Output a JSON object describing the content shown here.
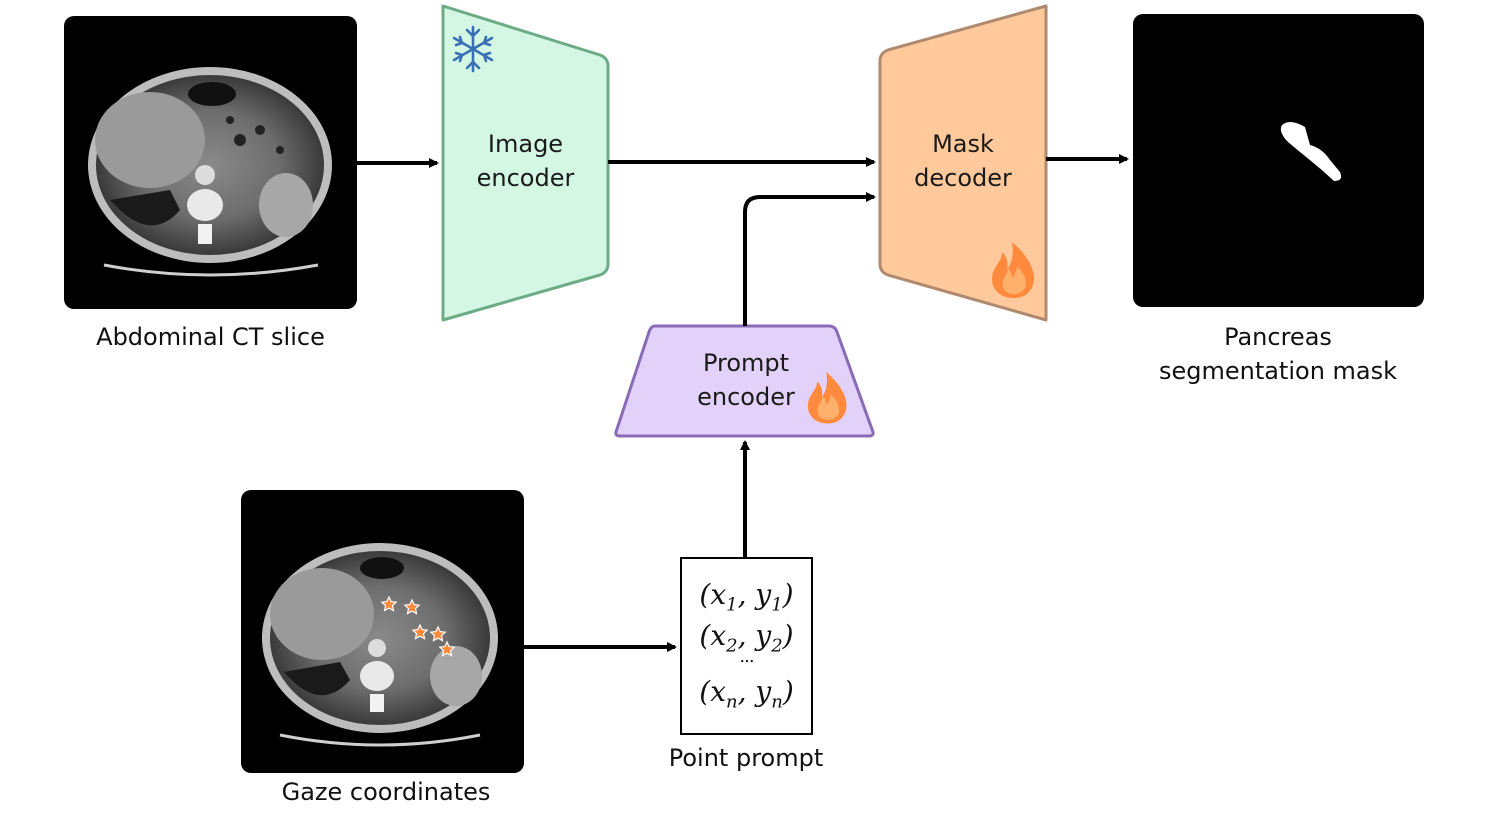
{
  "inputs": {
    "ct_slice_label": "Abdominal CT slice",
    "gaze_label": "Gaze coordinates"
  },
  "blocks": {
    "image_encoder": {
      "line1": "Image",
      "line2": "encoder",
      "status_icon": "snowflake-icon",
      "color": "#d4f7e4",
      "border": "#6cab86"
    },
    "mask_decoder": {
      "line1": "Mask",
      "line2": "decoder",
      "status_icon": "fire-icon",
      "color": "#ffc99b",
      "border": "#b08a6e"
    },
    "prompt_encoder": {
      "line1": "Prompt",
      "line2": "encoder",
      "status_icon": "fire-icon",
      "color": "#e2d1f9",
      "border": "#8a6bb5"
    }
  },
  "point_prompt": {
    "rows": [
      {
        "x": "x",
        "xs": "1",
        "y": "y",
        "ys": "1"
      },
      {
        "x": "x",
        "xs": "2",
        "y": "y",
        "ys": "2"
      },
      {
        "x": "x",
        "xs": "n",
        "y": "y",
        "ys": "n"
      }
    ],
    "ellipsis": "...",
    "label": "Point prompt"
  },
  "output": {
    "line1": "Pancreas",
    "line2": "segmentation mask"
  },
  "colors": {
    "snowflake": "#3b6fb5",
    "fire": "#ff8a3d",
    "arrow": "#000000"
  }
}
